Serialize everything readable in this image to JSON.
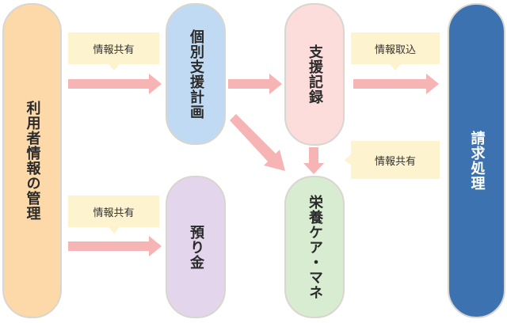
{
  "nodes": {
    "user_info": "利用者情報の管理",
    "support_plan": "個別支援計画",
    "support_record": "支援記録",
    "billing": "請求処理",
    "deposit": "預り金",
    "nutrition_care": "栄養ケア・マネ"
  },
  "labels": {
    "share_top": "情報共有",
    "share_bottom": "情報共有",
    "import": "情報取込",
    "share_right": "情報共有"
  },
  "colors": {
    "user_info": "#fdd9a9",
    "support_plan": "#bfdaf2",
    "support_record": "#fddcdc",
    "billing": "#3c72b0",
    "deposit": "#e3d5ec",
    "nutrition_care": "#d7ecd0",
    "arrow": "#f7b4b4",
    "tag": "#fdf3cf"
  }
}
